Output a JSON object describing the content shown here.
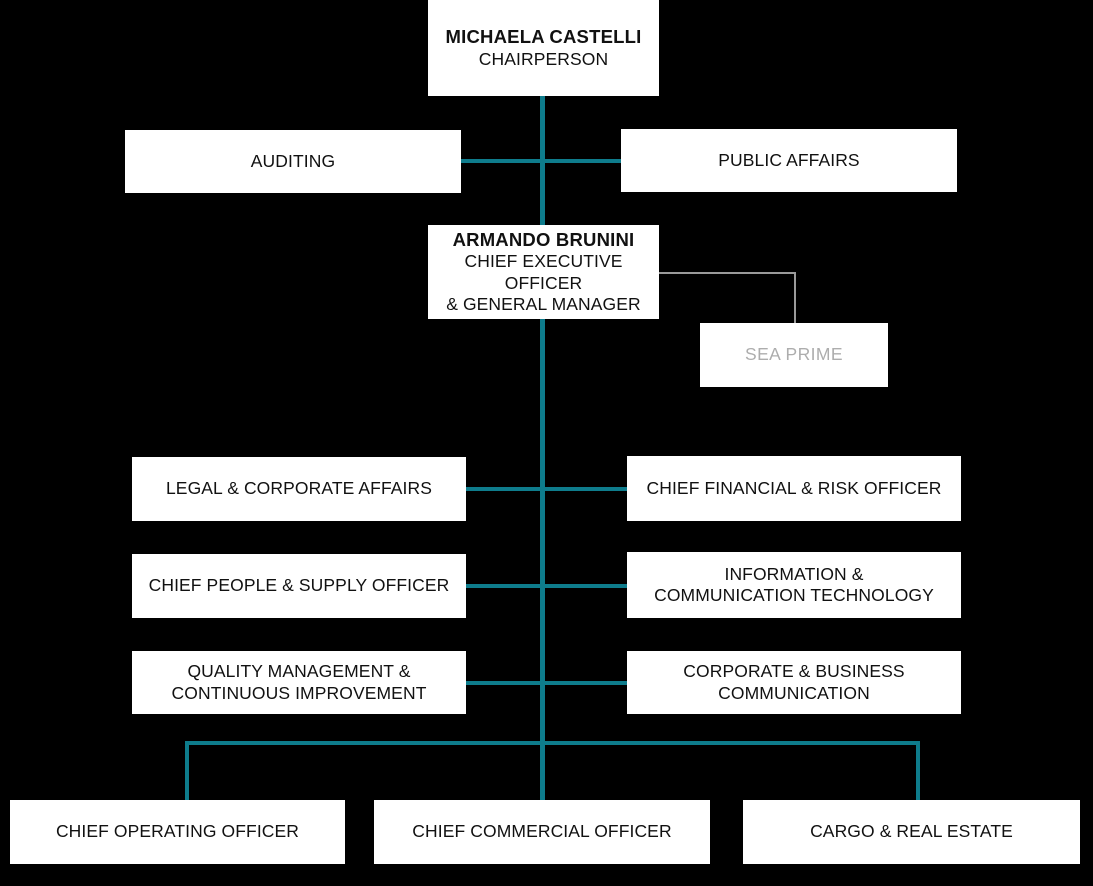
{
  "chart": {
    "type": "org-chart",
    "background_color": "#000000",
    "node_fill_color": "#ffffff",
    "connector_color": "#0e7c8c",
    "secondary_connector_color": "#9a9a9a",
    "muted_text_color": "#adadad",
    "text_color": "#111111"
  },
  "nodes": {
    "chairperson": {
      "name": "MICHAELA CASTELLI",
      "role": "CHAIRPERSON"
    },
    "auditing": {
      "title": "AUDITING"
    },
    "public_affairs": {
      "title": "PUBLIC AFFAIRS"
    },
    "ceo": {
      "name": "ARMANDO BRUNINI",
      "role_line1": "CHIEF EXECUTIVE OFFICER",
      "role_line2": "& GENERAL MANAGER"
    },
    "sea_prime": {
      "title": "SEA PRIME"
    },
    "legal_corporate_affairs": {
      "title": "LEGAL & CORPORATE AFFAIRS"
    },
    "chief_financial_risk_officer": {
      "title": "CHIEF FINANCIAL & RISK OFFICER"
    },
    "chief_people_supply_officer": {
      "title": "CHIEF PEOPLE & SUPPLY OFFICER"
    },
    "information_communication_technology": {
      "line1": "INFORMATION &",
      "line2": "COMMUNICATION TECHNOLOGY"
    },
    "quality_management": {
      "line1": "QUALITY MANAGEMENT &",
      "line2": "CONTINUOUS IMPROVEMENT"
    },
    "corporate_business_communication": {
      "line1": "CORPORATE & BUSINESS",
      "line2": "COMMUNICATION"
    },
    "chief_operating_officer": {
      "title": "CHIEF OPERATING OFFICER"
    },
    "chief_commercial_officer": {
      "title": "CHIEF COMMERCIAL OFFICER"
    },
    "cargo_real_estate": {
      "title": "CARGO & REAL ESTATE"
    }
  }
}
